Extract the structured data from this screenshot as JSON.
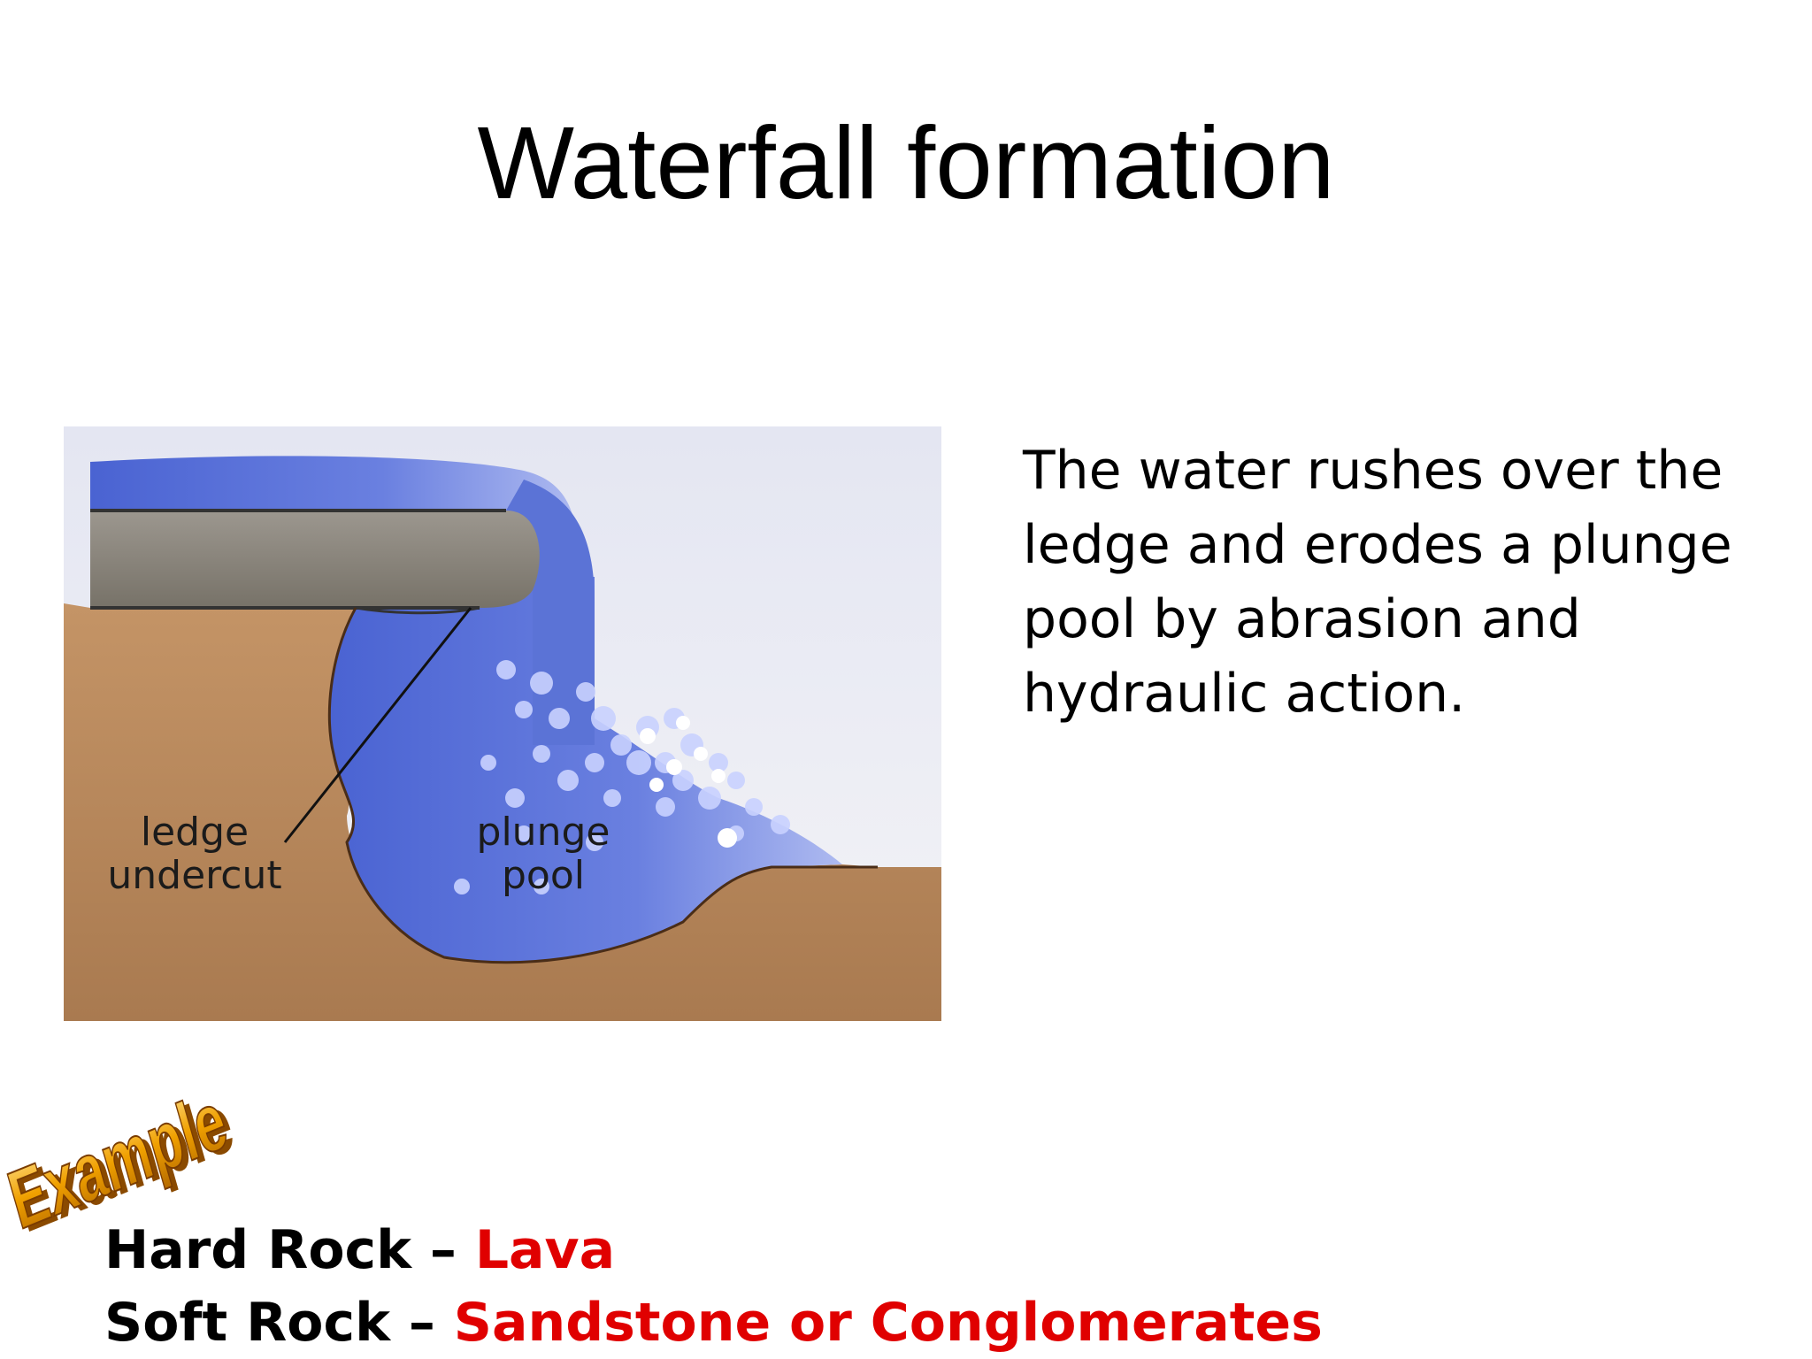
{
  "title": "Waterfall formation",
  "diagram": {
    "labels": {
      "ledge_undercut": "ledge\nundercut",
      "plunge_pool": "plunge\npool"
    },
    "colors": {
      "water": "#5b73d6",
      "rock_cap": "#8a857d",
      "soft_rock": "#b9875a",
      "bubbles": "#c9d2ff",
      "background": "#ecedf6"
    }
  },
  "description": "The water rushes over the ledge and erodes a plunge pool by abrasion and hydraulic action.",
  "example_badge": {
    "text": "Example",
    "color": "#f0a000"
  },
  "rocks": [
    {
      "key": "Hard Rock",
      "separator": " – ",
      "value": "Lava"
    },
    {
      "key": "Soft Rock",
      "separator": " – ",
      "value": "Sandstone or Conglomerates"
    }
  ]
}
